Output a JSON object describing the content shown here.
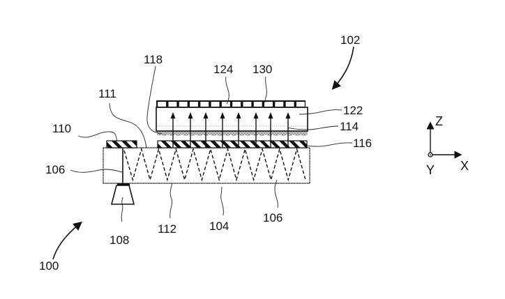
{
  "figure": {
    "description": "Patent-style schematic cross-section of an apparatus with a base chamber, hatched layers, upper plate with cell array, and upward arrows",
    "reference_labels": {
      "assembly": "100",
      "upper_assembly": "102",
      "chamber": "104",
      "wall_left": "106",
      "wall_right": "106",
      "nozzle": "108",
      "left_pad": "110",
      "chamber_top": "111",
      "chamber_bottom": "112",
      "textured_layer": "114",
      "hatched_layer": "116",
      "gap": "118",
      "plate": "122",
      "cell_array": "124",
      "cell_marker": "130"
    },
    "axes": {
      "z": "Z",
      "x": "X",
      "y": "Y"
    },
    "counts": {
      "cells": 14,
      "arrows": 8,
      "zigzag_peaks": 11
    },
    "colors": {
      "ink": "#111111",
      "background": "#ffffff",
      "texture": "#9a9a9a"
    }
  }
}
